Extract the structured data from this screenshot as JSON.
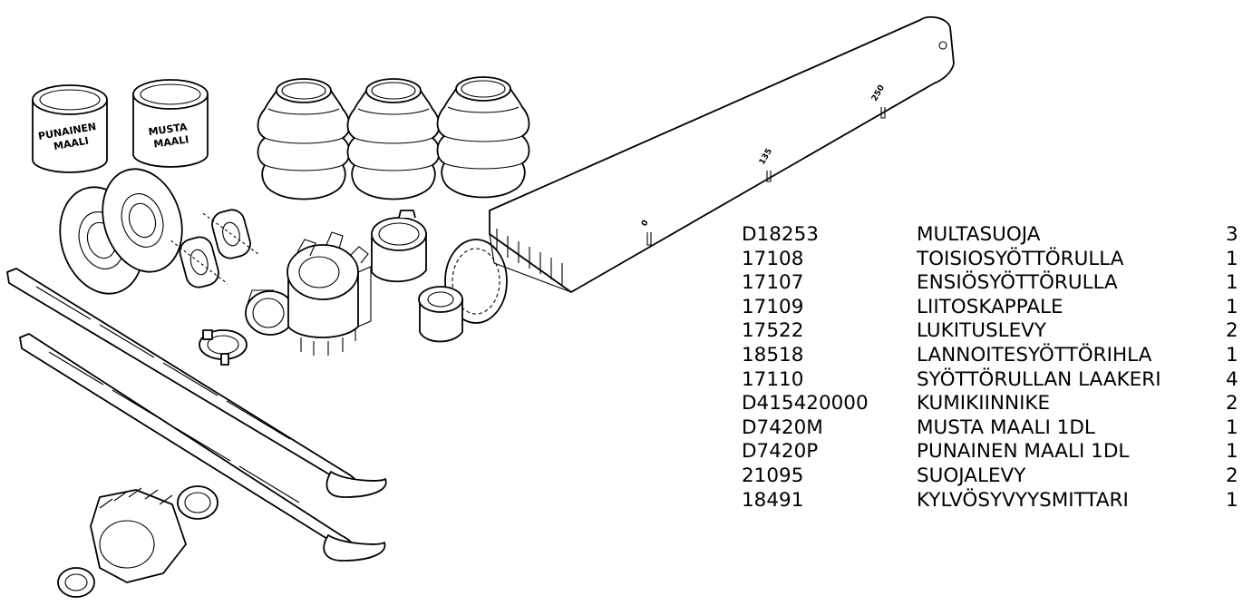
{
  "cups": [
    {
      "label_lines": [
        "PUNAINEN",
        "MAALI"
      ]
    },
    {
      "label_lines": [
        "MUSTA",
        "MAALI"
      ]
    }
  ],
  "depth_gauge_marks": [
    "0",
    "135",
    "250"
  ],
  "parts": [
    {
      "code": "D18253",
      "name": "MULTASUOJA",
      "qty": "3"
    },
    {
      "code": "17108",
      "name": "TOISIOSYÖTTÖRULLA",
      "qty": "1"
    },
    {
      "code": "17107",
      "name": "ENSIÖSYÖTTÖRULLA",
      "qty": "1"
    },
    {
      "code": "17109",
      "name": "LIITOSKAPPALE",
      "qty": "1"
    },
    {
      "code": "17522",
      "name": "LUKITUSLEVY",
      "qty": "2"
    },
    {
      "code": "18518",
      "name": "LANNOITESYÖTTÖRIHLA",
      "qty": "1"
    },
    {
      "code": "17110",
      "name": "SYÖTTÖRULLAN LAAKERI",
      "qty": "4"
    },
    {
      "code": "D415420000",
      "name": "KUMIKIINNIKE",
      "qty": "2"
    },
    {
      "code": "D7420M",
      "name": "MUSTA MAALI 1DL",
      "qty": "1"
    },
    {
      "code": "D7420P",
      "name": "PUNAINEN MAALI 1DL",
      "qty": "1"
    },
    {
      "code": "21095",
      "name": "SUOJALEVY",
      "qty": "2"
    },
    {
      "code": "18491",
      "name": "KYLVÖSYVYYSMITTARI",
      "qty": "1"
    }
  ]
}
